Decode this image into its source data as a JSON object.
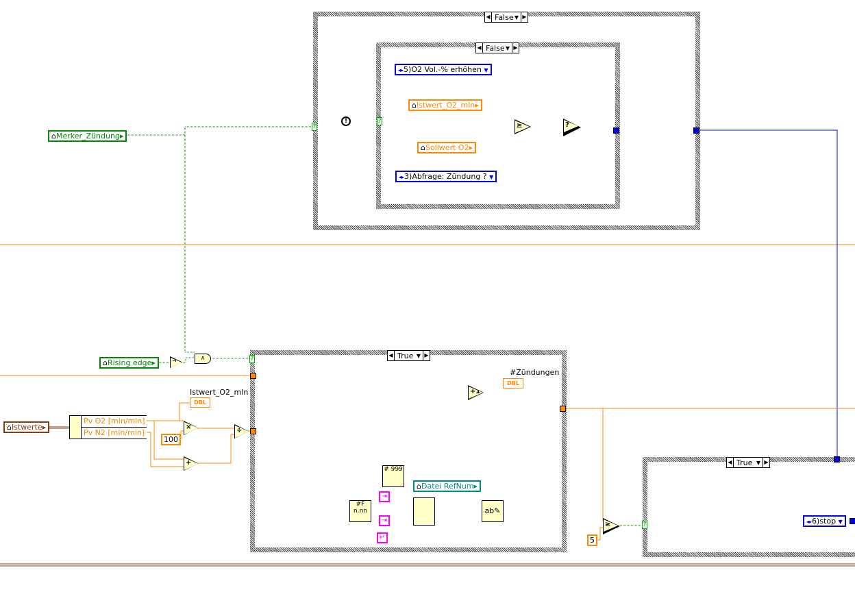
{
  "top_case": {
    "selector": "False"
  },
  "inner_case": {
    "selector": "False"
  },
  "enum_o2": "5)O2 Vol.-% erhöhen",
  "istwert_ref": "Istwert_O2_mln",
  "sollwert_ref": "Sollwert O2",
  "enum_abfrage": "3)Abfrage: Zündung ?",
  "merker": "Merker_Zündung",
  "rising_edge": "Rising edge",
  "lower_case": {
    "selector": "True"
  },
  "istwerte": "Istwerte",
  "unbundle": [
    "Pv O2 [mln/min]",
    "Pv N2 [mln/min]"
  ],
  "istwert_indicator_label": "Istwert_O2_mln",
  "dbl": "DBL",
  "const_100": "100",
  "zuendungen_label": "#Zündungen",
  "datei_refnum": "Datei RefNum",
  "const_5": "5",
  "right_case": {
    "selector": "True"
  },
  "enum_stop": "6)stop",
  "wire_colors": {
    "boolean": "#008000",
    "numeric": "#ff8000",
    "enum": "#0000ee",
    "string": "#ff00ff",
    "refnum": "#008080",
    "cluster": "#8b3a0e"
  }
}
